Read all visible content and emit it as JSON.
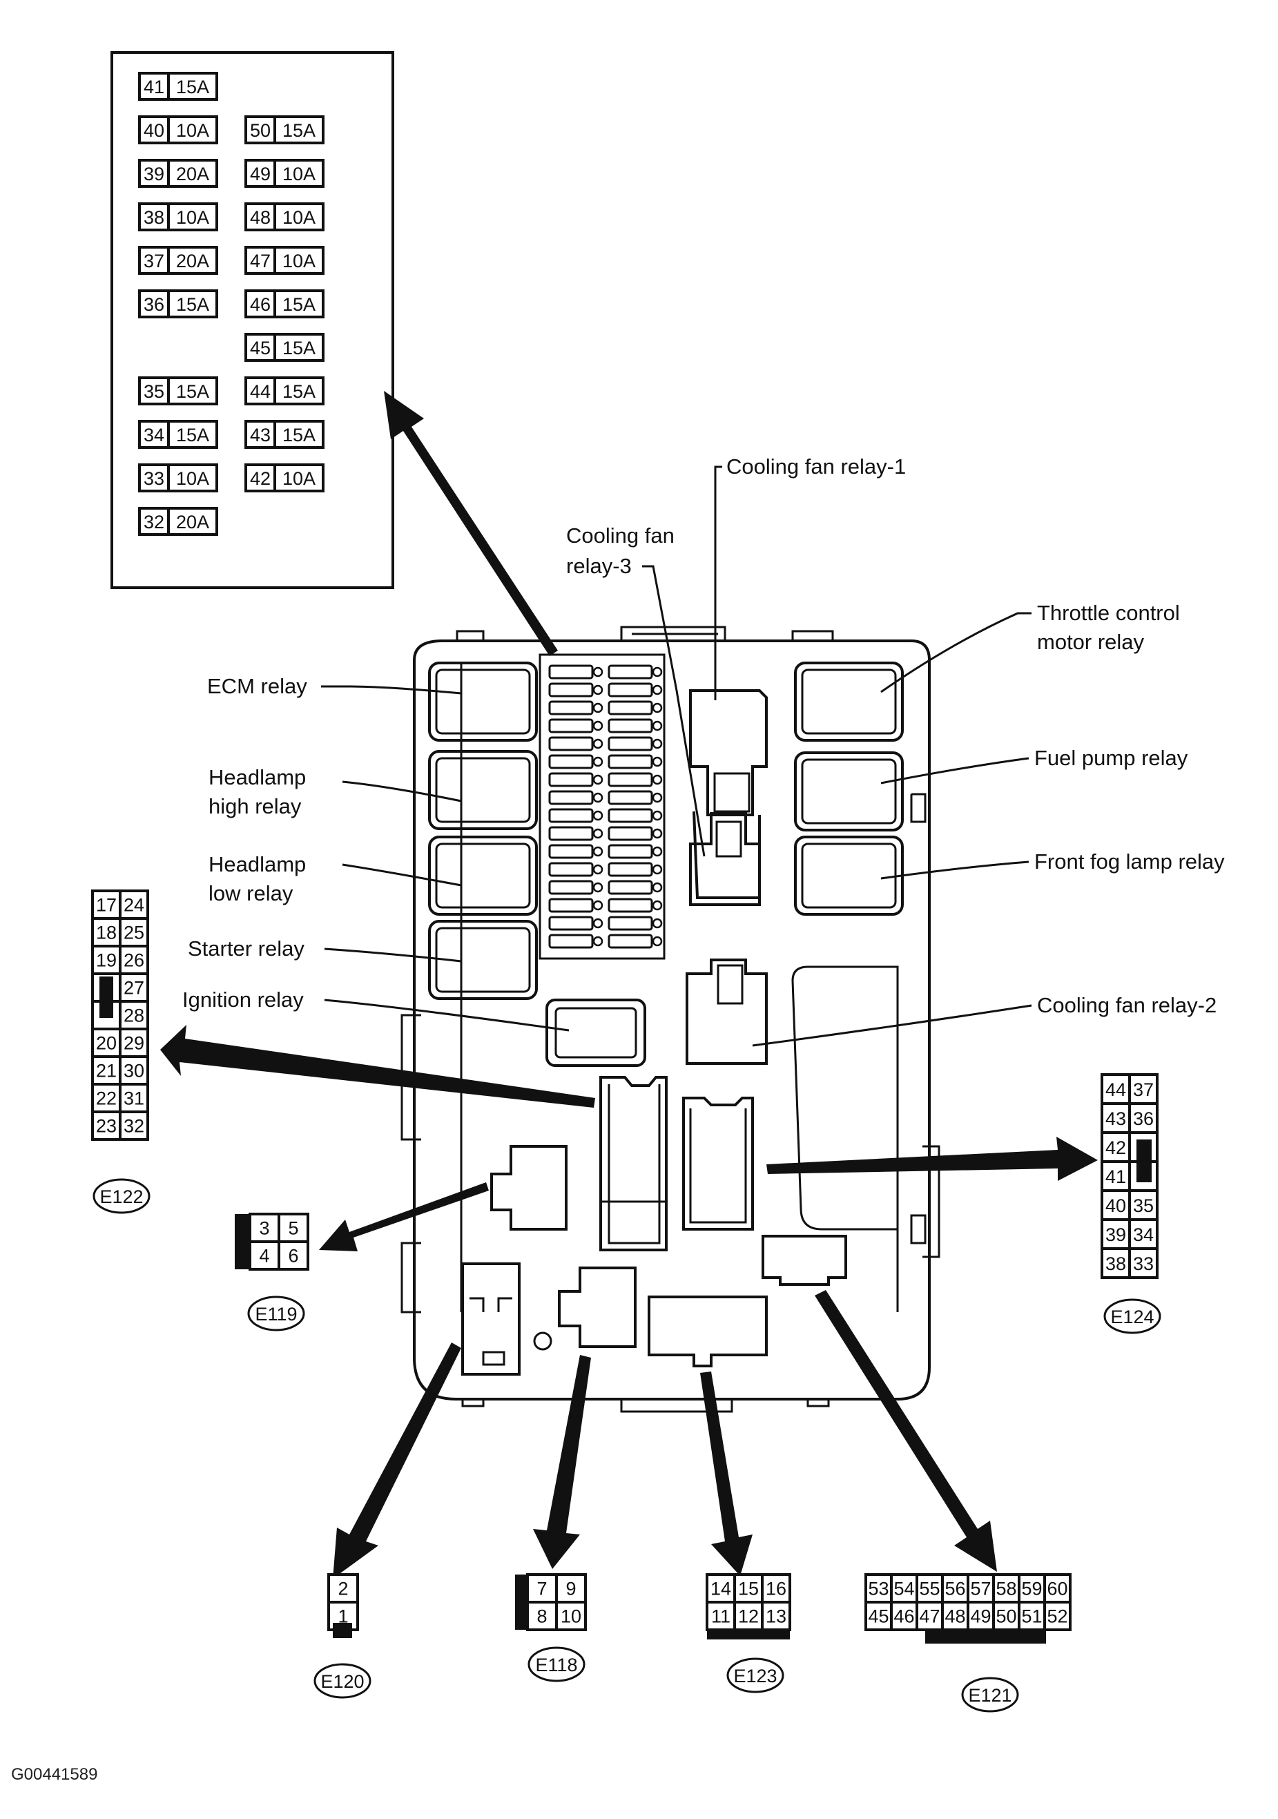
{
  "fuse_block": {
    "left_column": [
      {
        "num": "41",
        "amp": "15A"
      },
      {
        "num": "40",
        "amp": "10A"
      },
      {
        "num": "39",
        "amp": "20A"
      },
      {
        "num": "38",
        "amp": "10A"
      },
      {
        "num": "37",
        "amp": "20A"
      },
      {
        "num": "36",
        "amp": "15A"
      },
      {
        "num": "35",
        "amp": "15A"
      },
      {
        "num": "34",
        "amp": "15A"
      },
      {
        "num": "33",
        "amp": "10A"
      },
      {
        "num": "32",
        "amp": "20A"
      }
    ],
    "right_column": [
      {
        "num": "50",
        "amp": "15A"
      },
      {
        "num": "49",
        "amp": "10A"
      },
      {
        "num": "48",
        "amp": "10A"
      },
      {
        "num": "47",
        "amp": "10A"
      },
      {
        "num": "46",
        "amp": "15A"
      },
      {
        "num": "45",
        "amp": "15A"
      },
      {
        "num": "44",
        "amp": "15A"
      },
      {
        "num": "43",
        "amp": "15A"
      },
      {
        "num": "42",
        "amp": "10A"
      }
    ]
  },
  "labels": {
    "ecm_relay": "ECM relay",
    "headlamp_high_1": "Headlamp",
    "headlamp_high_2": "high relay",
    "headlamp_low_1": "Headlamp",
    "headlamp_low_2": "low relay",
    "starter_relay": "Starter relay",
    "ignition_relay": "Ignition relay",
    "cooling_fan_relay_1": "Cooling fan relay-1",
    "cooling_fan_relay_3_1": "Cooling fan",
    "cooling_fan_relay_3_2": "relay-3",
    "throttle_1": "Throttle control",
    "throttle_2": "motor relay",
    "fuel_pump_relay": "Fuel pump relay",
    "front_fog_lamp_relay": "Front fog lamp relay",
    "cooling_fan_relay_2": "Cooling fan relay-2"
  },
  "connectors": {
    "e122": {
      "id": "E122",
      "rows": [
        [
          "17",
          "24"
        ],
        [
          "18",
          "25"
        ],
        [
          "19",
          "26"
        ],
        [
          "",
          "27"
        ],
        [
          "",
          "28"
        ],
        [
          "20",
          "29"
        ],
        [
          "21",
          "30"
        ],
        [
          "22",
          "31"
        ],
        [
          "23",
          "32"
        ]
      ]
    },
    "e124": {
      "id": "E124",
      "rows": [
        [
          "44",
          "37"
        ],
        [
          "43",
          "36"
        ],
        [
          "42",
          ""
        ],
        [
          "41",
          ""
        ],
        [
          "40",
          "35"
        ],
        [
          "39",
          "34"
        ],
        [
          "38",
          "33"
        ]
      ]
    },
    "e119": {
      "id": "E119",
      "rows": [
        [
          "3",
          "5"
        ],
        [
          "4",
          "6"
        ]
      ]
    },
    "e120": {
      "id": "E120",
      "rows": [
        [
          "2"
        ],
        [
          "1"
        ]
      ]
    },
    "e118": {
      "id": "E118",
      "rows": [
        [
          "7",
          "9"
        ],
        [
          "8",
          "10"
        ]
      ]
    },
    "e123": {
      "id": "E123",
      "rows": [
        [
          "14",
          "15",
          "16"
        ],
        [
          "11",
          "12",
          "13"
        ]
      ]
    },
    "e121": {
      "id": "E121",
      "rows": [
        [
          "53",
          "54",
          "55",
          "56",
          "57",
          "58",
          "59",
          "60"
        ],
        [
          "45",
          "46",
          "47",
          "48",
          "49",
          "50",
          "51",
          "52"
        ]
      ]
    }
  },
  "figure_id": "G00441589"
}
